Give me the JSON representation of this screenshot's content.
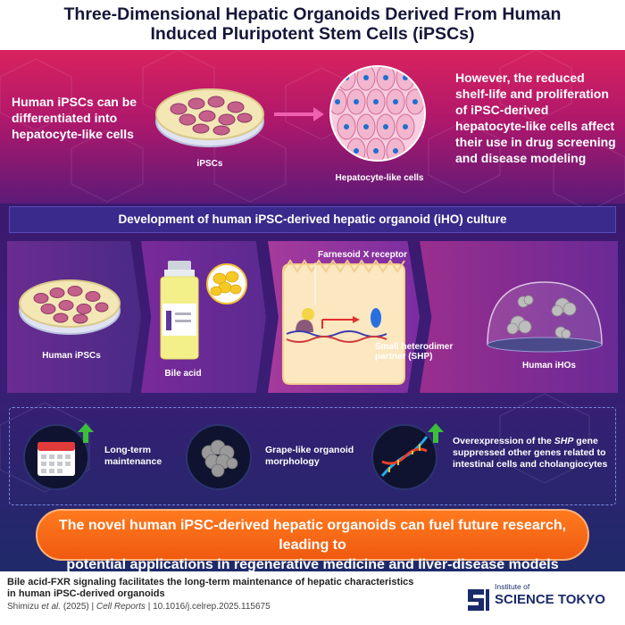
{
  "title": {
    "line1": "Three-Dimensional Hepatic Organoids Derived From Human",
    "line2": "Induced Pluripotent Stem Cells (iPSCs)"
  },
  "intro": {
    "left_text": "Human iPSCs can be differentiated into hepatocyte-like cells",
    "ipscs_label": "iPSCs",
    "hepatocyte_label": "Hepatocyte-like cells",
    "right_text": "However, the reduced shelf-life and proliferation of iPSC-derived hepatocyte-like cells affect their use in drug screening and disease modeling"
  },
  "development": {
    "banner": "Development of human iPSC-derived hepatic organoid (iHO) culture",
    "human_ipscs_label": "Human iPSCs",
    "bile_acid_label": "Bile acid",
    "fxr_label": "Farnesoid X receptor",
    "shp_label": "Small heterodimer partner (SHP)",
    "human_ihos_label": "Human iHOs"
  },
  "outcomes": {
    "item1": "Long-term maintenance",
    "item2": "Grape-like organoid morphology",
    "item3_pre": "Overexpression of the ",
    "item3_gene": "SHP",
    "item3_post": " gene suppressed other genes related to intestinal cells and cholangiocytes"
  },
  "conclusion": {
    "line1": "The novel human iPSC-derived hepatic organoids can fuel future research, leading to",
    "line2": "potential applications in regenerative medicine and liver-disease models"
  },
  "citation": {
    "title": "Bile acid-FXR signaling facilitates the long-term maintenance of hepatic characteristics in human iPSC-derived organoids",
    "authors": "Shimizu ",
    "etal": "et al.",
    "year": " (2025)",
    "sep1": " | ",
    "journal": "Cell Reports",
    "sep2": " | ",
    "doi": "10.1016/j.celrep.2025.115675"
  },
  "logo": {
    "small": "Institute of",
    "big": "SCIENCE TOKYO"
  },
  "colors": {
    "title_text": "#16163a",
    "magenta": "#d9225f",
    "purple": "#3d1c76",
    "orange": "#f06214",
    "logo_blue": "#1a2a6a"
  }
}
